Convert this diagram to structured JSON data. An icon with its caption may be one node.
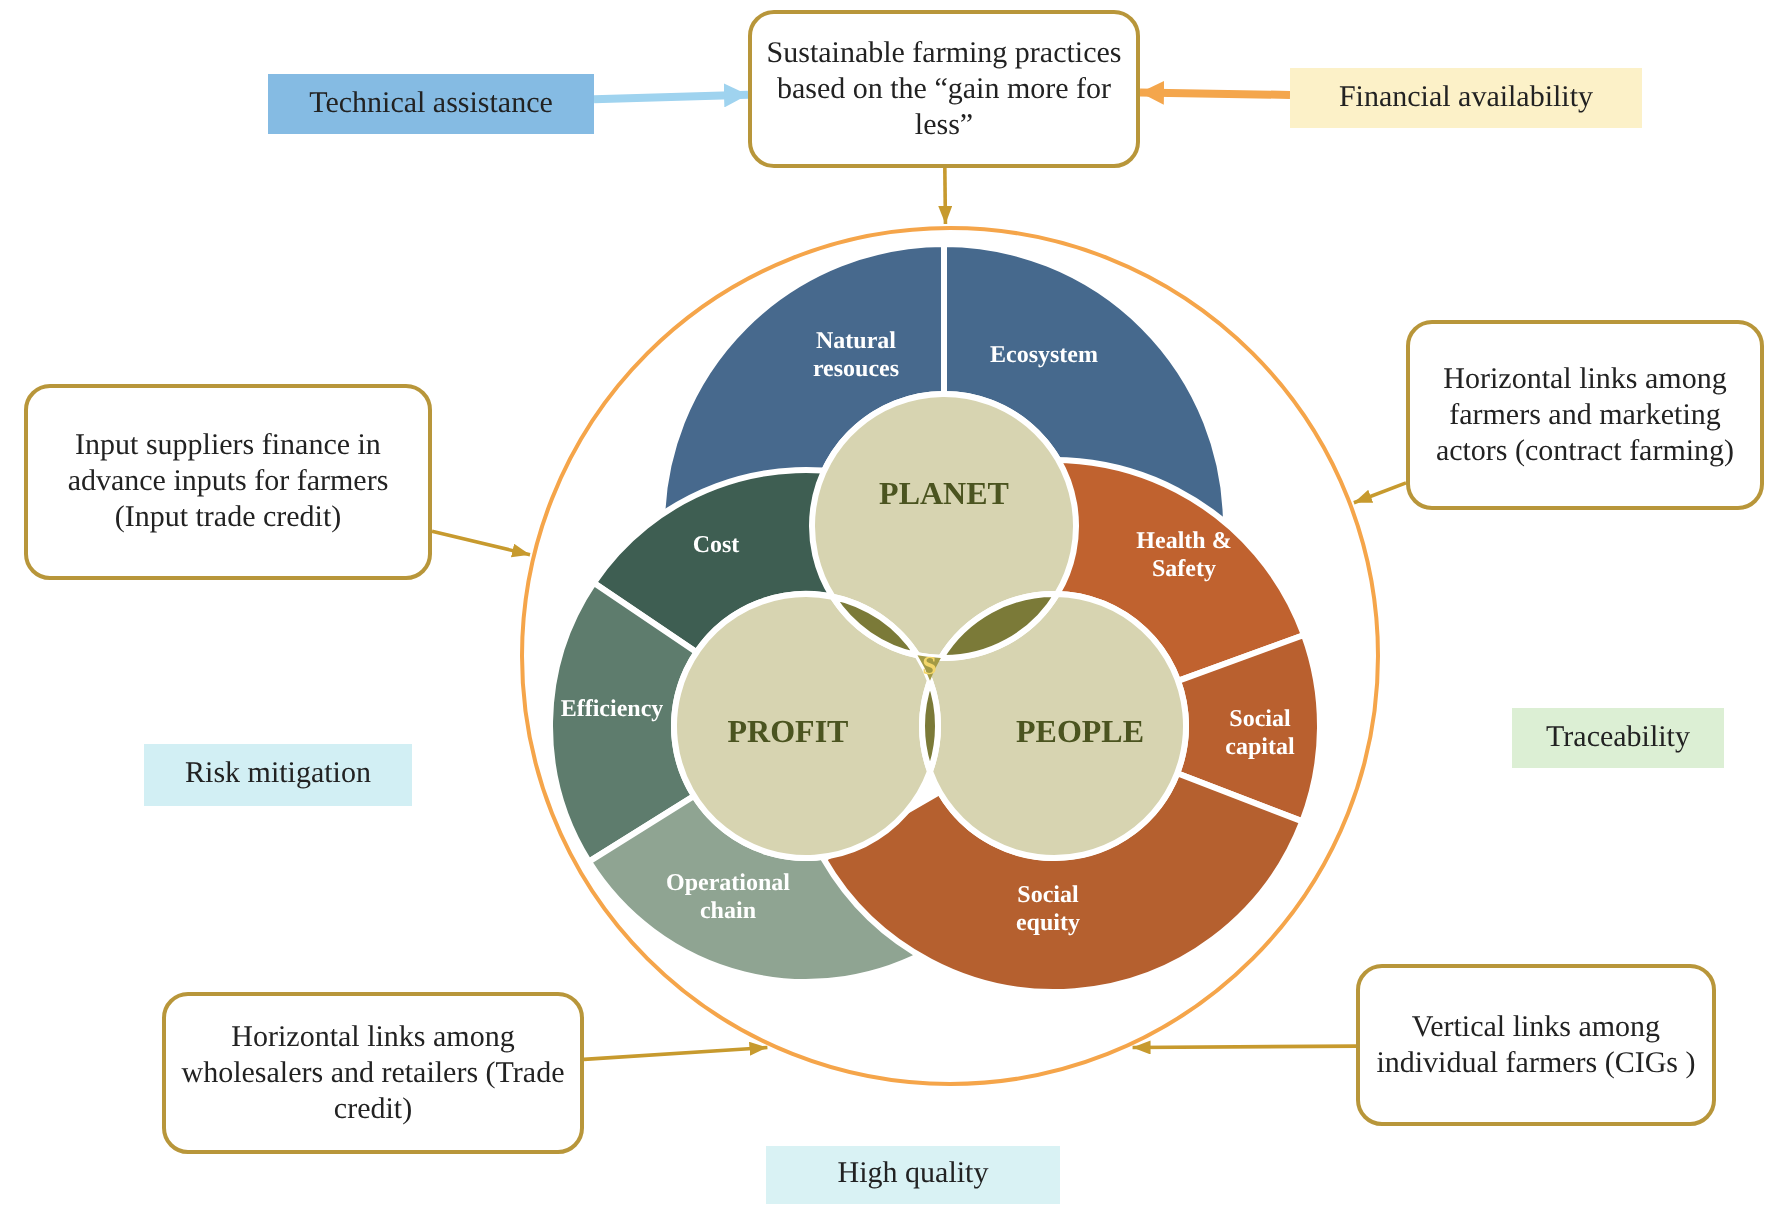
{
  "diagram": {
    "nodes": [
      {
        "text": [
          "Technical assistance"
        ]
      },
      {
        "text": [
          "Sustainable farming practices based on the “gain more for less”"
        ]
      },
      {
        "text": [
          "Financial availability"
        ]
      },
      {
        "text": [
          "Horizontal links among farmers and marketing actors (contract farming)"
        ]
      },
      {
        "text": [
          "Input suppliers finance in advance inputs for farmers (Input trade credit)"
        ]
      },
      {
        "text": [],
        "shape": "circle"
      },
      {
        "text": [
          "Natural resouces"
        ],
        "in": 5
      },
      {
        "text": [
          "Ecosystem"
        ],
        "in": 5
      },
      {
        "text": [
          "Cost"
        ],
        "in": 5
      },
      {
        "text": [
          "Health & Safety"
        ],
        "in": 5
      },
      {
        "text": [
          "Efficiency"
        ],
        "in": 5
      },
      {
        "text": [
          "Social capital"
        ],
        "in": 5
      },
      {
        "text": [
          "Operational chain"
        ],
        "in": 5
      },
      {
        "text": [
          "Social equity"
        ],
        "in": 5
      },
      {
        "text": [
          "PLANET"
        ],
        "in": 5
      },
      {
        "text": [
          "PROFIT"
        ],
        "in": 5
      },
      {
        "text": [
          "PEOPLE"
        ],
        "in": 5
      },
      {
        "text": [
          "S"
        ]
      },
      {
        "text": [
          "Risk mitigation"
        ]
      },
      {
        "text": [
          "Traceability"
        ]
      },
      {
        "text": [
          "Horizontal links among wholesalers and retailers (Trade credit)"
        ]
      },
      {
        "text": [
          "Vertical links among individual farmers (CIGs )"
        ]
      },
      {
        "text": [
          "High quality"
        ]
      }
    ],
    "edges": [
      {
        "from": 0,
        "to": 1,
        "arrow": "to",
        "style": "thick",
        "color": "#9fd3ef"
      },
      {
        "from": 2,
        "to": 1,
        "arrow": "to",
        "style": "thick",
        "color": "#f4a64c"
      },
      {
        "from": 1,
        "to": 5,
        "arrow": "to"
      },
      {
        "from": 3,
        "to": 5,
        "arrow": "to"
      },
      {
        "from": 4,
        "to": 5,
        "arrow": "to"
      },
      {
        "from": 20,
        "to": 5,
        "arrow": "to"
      },
      {
        "from": 21,
        "to": 5,
        "arrow": "to"
      }
    ]
  }
}
